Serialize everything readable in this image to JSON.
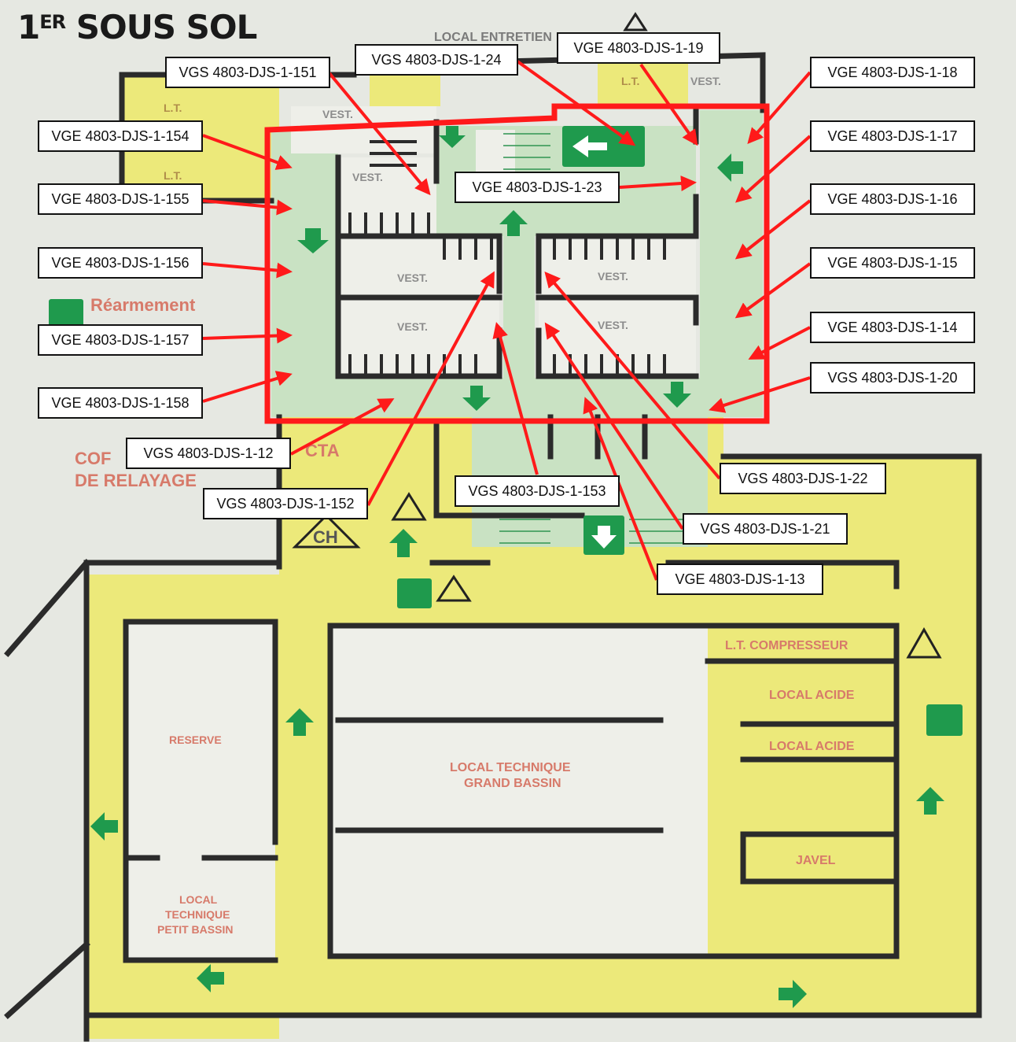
{
  "title": {
    "main": "SOUS SOL",
    "number": "1",
    "sup": "ER"
  },
  "plan_texts": {
    "local_entretien": "LOCAL ENTRETIEN",
    "vest": "VEST.",
    "lt": "L.T.",
    "rearmement": "Réarmement",
    "coffret_relayage_1": "COF",
    "coffret_relayage_2": "DE RELAYAGE",
    "cta": "CTA",
    "ch": "CH",
    "lt_compresseur": "L.T. COMPRESSEUR",
    "local_acide": "LOCAL ACIDE",
    "javel": "JAVEL",
    "reserve": "RESERVE",
    "local_technique_grand_1": "LOCAL TECHNIQUE",
    "local_technique_grand_2": "GRAND BASSIN",
    "local_technique_petit_1": "LOCAL",
    "local_technique_petit_2": "TECHNIQUE",
    "local_technique_petit_3": "PETIT BASSIN"
  },
  "labels": [
    {
      "id": "l151",
      "text": "VGS 4803-DJS-1-151"
    },
    {
      "id": "l24",
      "text": "VGS 4803-DJS-1-24"
    },
    {
      "id": "l19",
      "text": "VGE 4803-DJS-1-19"
    },
    {
      "id": "l18",
      "text": "VGE 4803-DJS-1-18"
    },
    {
      "id": "l154",
      "text": "VGE 4803-DJS-1-154"
    },
    {
      "id": "l17",
      "text": "VGE 4803-DJS-1-17"
    },
    {
      "id": "l23",
      "text": "VGE 4803-DJS-1-23"
    },
    {
      "id": "l155",
      "text": "VGE 4803-DJS-1-155"
    },
    {
      "id": "l16",
      "text": "VGE 4803-DJS-1-16"
    },
    {
      "id": "l156",
      "text": "VGE 4803-DJS-1-156"
    },
    {
      "id": "l15",
      "text": "VGE 4803-DJS-1-15"
    },
    {
      "id": "l14",
      "text": "VGE 4803-DJS-1-14"
    },
    {
      "id": "l157",
      "text": "VGE 4803-DJS-1-157"
    },
    {
      "id": "l20",
      "text": "VGS 4803-DJS-1-20"
    },
    {
      "id": "l158",
      "text": "VGE 4803-DJS-1-158"
    },
    {
      "id": "l12",
      "text": "VGS 4803-DJS-1-12"
    },
    {
      "id": "l22",
      "text": "VGS 4803-DJS-1-22"
    },
    {
      "id": "l153",
      "text": "VGS 4803-DJS-1-153"
    },
    {
      "id": "l152",
      "text": "VGS 4803-DJS-1-152"
    },
    {
      "id": "l21",
      "text": "VGS 4803-DJS-1-21"
    },
    {
      "id": "l13",
      "text": "VGE 4803-DJS-1-13"
    }
  ],
  "colors": {
    "annotation": "#ff1a1a",
    "wall": "#2b2b2b",
    "zone_yellow": "#ece97a",
    "zone_green": "#c9e2c3",
    "room_white": "#ecede7",
    "arrow_green": "#1f9a4d",
    "map_red": "#d77a6a"
  }
}
